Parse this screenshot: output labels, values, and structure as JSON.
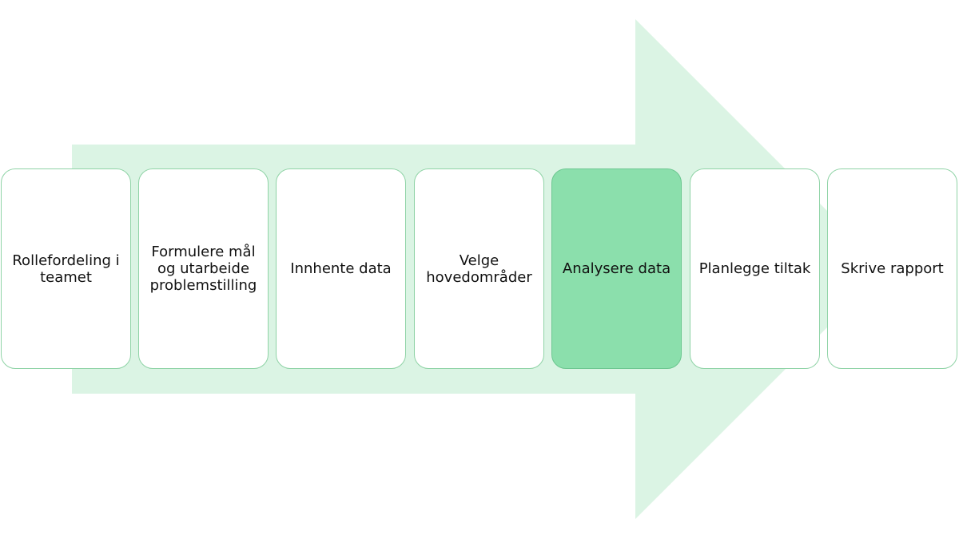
{
  "diagram": {
    "colors": {
      "arrow_fill": "#dbf4e4",
      "box_border": "#8fd3a6",
      "box_fill": "#ffffff",
      "active_fill": "#8bdfac",
      "text": "#111111"
    },
    "active_step": 4,
    "steps": [
      {
        "label": "Rollefordeling i teamet"
      },
      {
        "label": "Formulere mål og utarbeide problemstilling"
      },
      {
        "label": "Innhente data"
      },
      {
        "label": "Velge hovedområder"
      },
      {
        "label": "Analysere data"
      },
      {
        "label": "Planlegge tiltak"
      },
      {
        "label": "Skrive rapport"
      }
    ]
  }
}
